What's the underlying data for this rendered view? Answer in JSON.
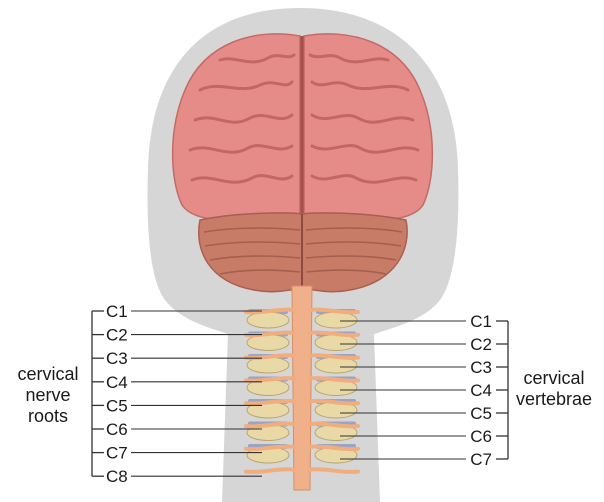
{
  "left_group": {
    "lines": [
      "cervical",
      "nerve",
      "roots"
    ],
    "labels": [
      "C1",
      "C2",
      "C3",
      "C4",
      "C5",
      "C6",
      "C7",
      "C8"
    ]
  },
  "right_group": {
    "lines": [
      "cervical",
      "vertebrae"
    ],
    "labels": [
      "C1",
      "C2",
      "C3",
      "C4",
      "C5",
      "C6",
      "C7"
    ]
  },
  "colors": {
    "head_silhouette": "#d4d4d4",
    "cerebrum": "#e48a86",
    "cerebrum_sulci": "#b65a57",
    "cerebellum": "#c77a66",
    "spinal_cord": "#f0b08a",
    "vertebra": "#e8d9a6",
    "disc": "#9aa4c4",
    "nerve": "#f2ad7e",
    "leader_line": "#333333"
  }
}
